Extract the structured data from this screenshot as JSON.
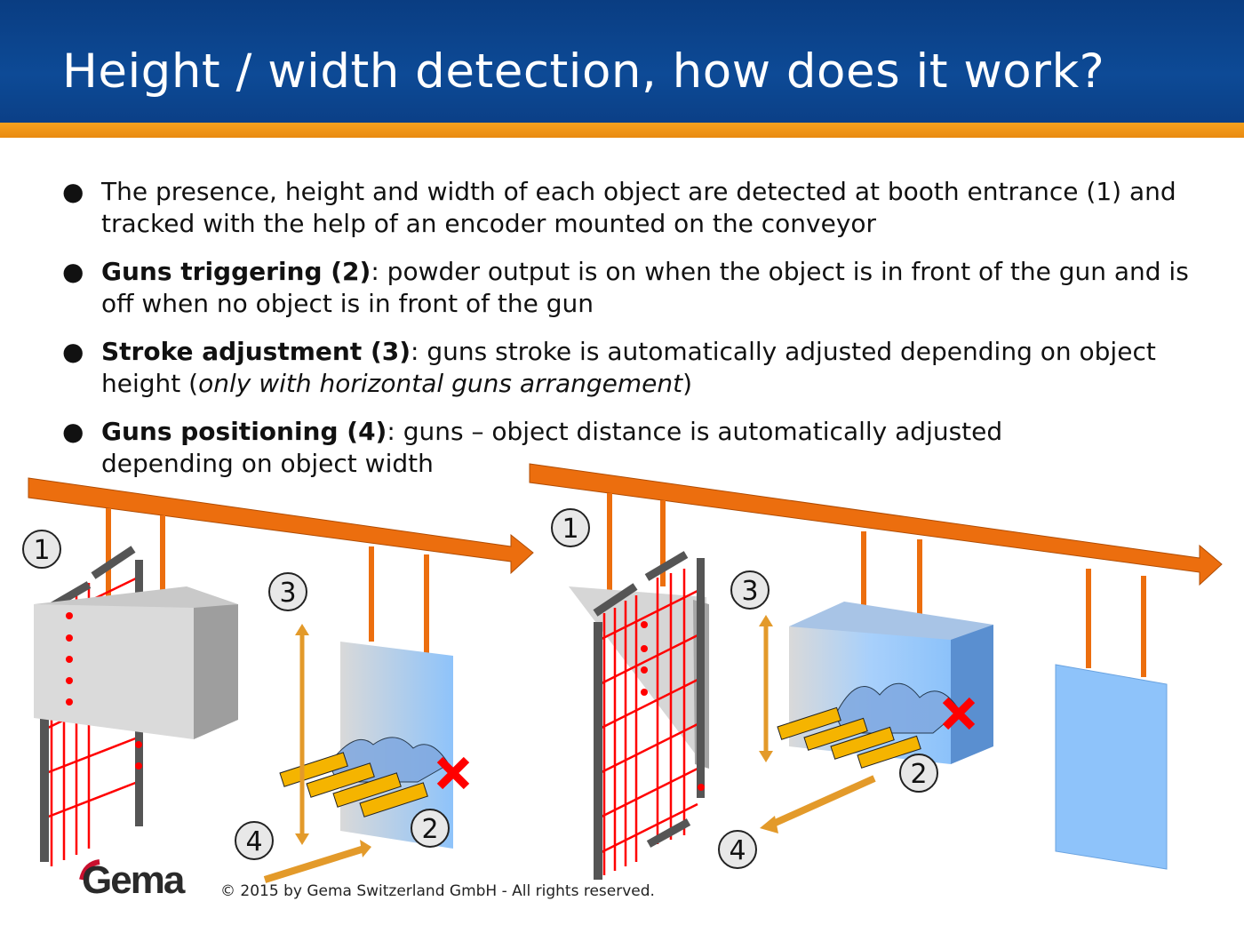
{
  "title": "Height / width detection, how does it work?",
  "bullets": [
    {
      "bold": "",
      "text": "The presence, height and width of each object are detected at booth entrance (1) and tracked with the help of an encoder mounted on the conveyor"
    },
    {
      "bold": "Guns triggering (2)",
      "text": ": powder output is on when the object is in front of the gun and is off when no object is in front of the gun"
    },
    {
      "bold": "Stroke adjustment (3)",
      "text": ": guns stroke is automatically adjusted depending on object height (",
      "italic": "only with horizontal guns arrangement",
      "after": ")"
    },
    {
      "bold": "Guns positioning (4)",
      "text": ": guns – object distance is automatically adjusted depending on object width"
    }
  ],
  "bullet_symbol": "●",
  "markers": {
    "one": "1",
    "two": "2",
    "three": "3",
    "four": "4"
  },
  "logo": "Gema",
  "copyright": "© 2015 by Gema Switzerland GmbH - All rights reserved.",
  "colors": {
    "header": "#0d4a96",
    "accent": "#f39a1a",
    "conveyor": "#ec6e0e",
    "laser": "#ff0000"
  }
}
